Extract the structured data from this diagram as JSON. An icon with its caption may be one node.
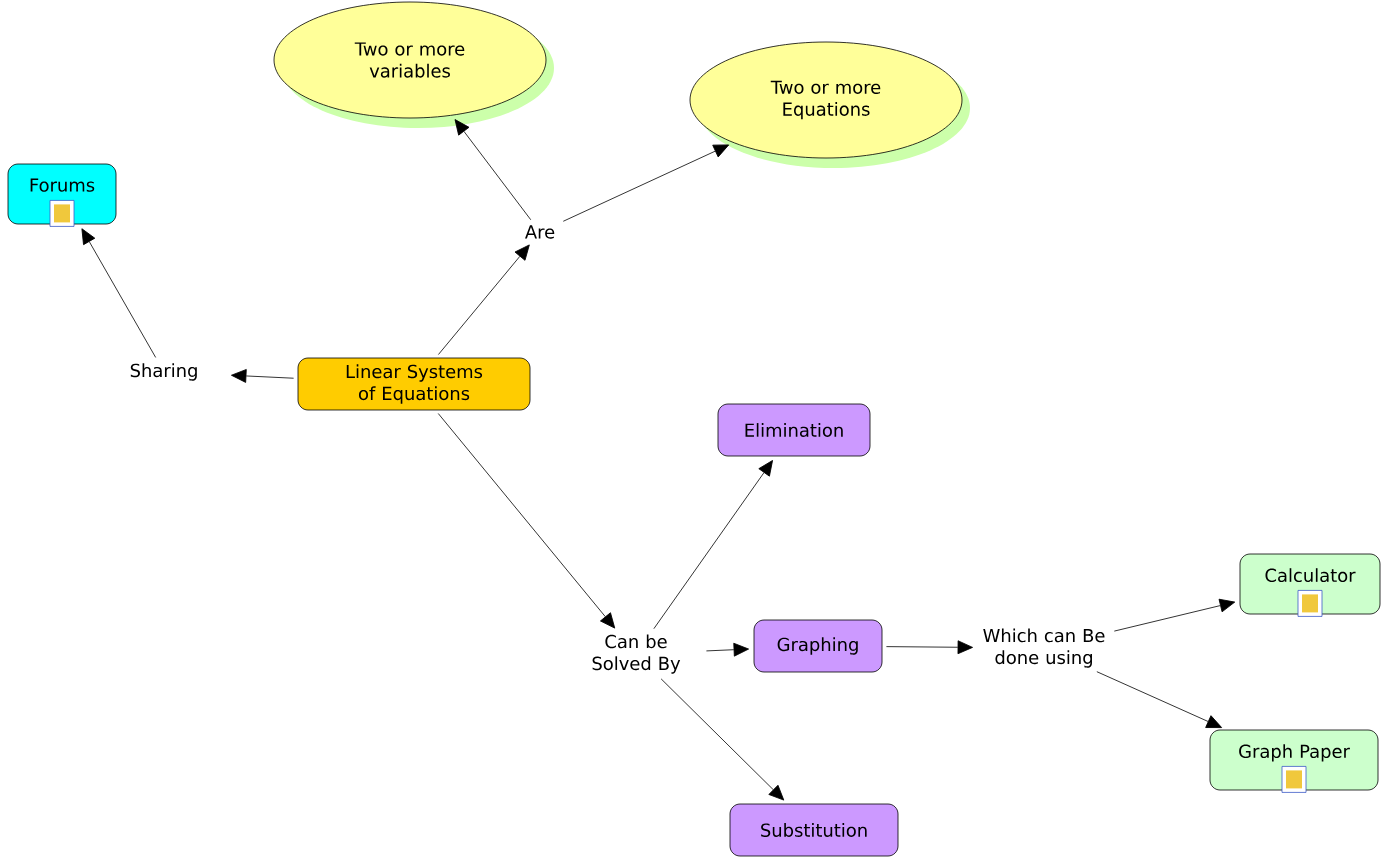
{
  "diagram": {
    "nodes": [
      {
        "text": [
          "Two or more variables"
        ]
      },
      {
        "text": [
          "Two or more Equations"
        ]
      },
      {
        "text": [
          "Forums"
        ]
      },
      {
        "text": [
          "Are"
        ]
      },
      {
        "text": [
          "Sharing"
        ]
      },
      {
        "text": [
          "Linear Systems of Equations"
        ]
      },
      {
        "text": [
          "Elimination"
        ]
      },
      {
        "text": [
          "Can be Solved By"
        ]
      },
      {
        "text": [
          "Graphing"
        ]
      },
      {
        "text": [
          "Which can Be done using"
        ]
      },
      {
        "text": [
          "Calculator"
        ]
      },
      {
        "text": [
          "Graph Paper"
        ]
      },
      {
        "text": [
          "Substitution"
        ]
      }
    ],
    "edges": [
      {
        "from": 5,
        "to": 3,
        "arrow": "to"
      },
      {
        "from": 3,
        "to": 0,
        "arrow": "to"
      },
      {
        "from": 3,
        "to": 1,
        "arrow": "to"
      },
      {
        "from": 5,
        "to": 4,
        "arrow": "to"
      },
      {
        "from": 4,
        "to": 2,
        "arrow": "to"
      },
      {
        "from": 5,
        "to": 7,
        "arrow": "to"
      },
      {
        "from": 7,
        "to": 6,
        "arrow": "to"
      },
      {
        "from": 7,
        "to": 8,
        "arrow": "to"
      },
      {
        "from": 7,
        "to": 12,
        "arrow": "to"
      },
      {
        "from": 8,
        "to": 9,
        "arrow": "to"
      },
      {
        "from": 9,
        "to": 10,
        "arrow": "to"
      },
      {
        "from": 9,
        "to": 11,
        "arrow": "to"
      }
    ]
  }
}
